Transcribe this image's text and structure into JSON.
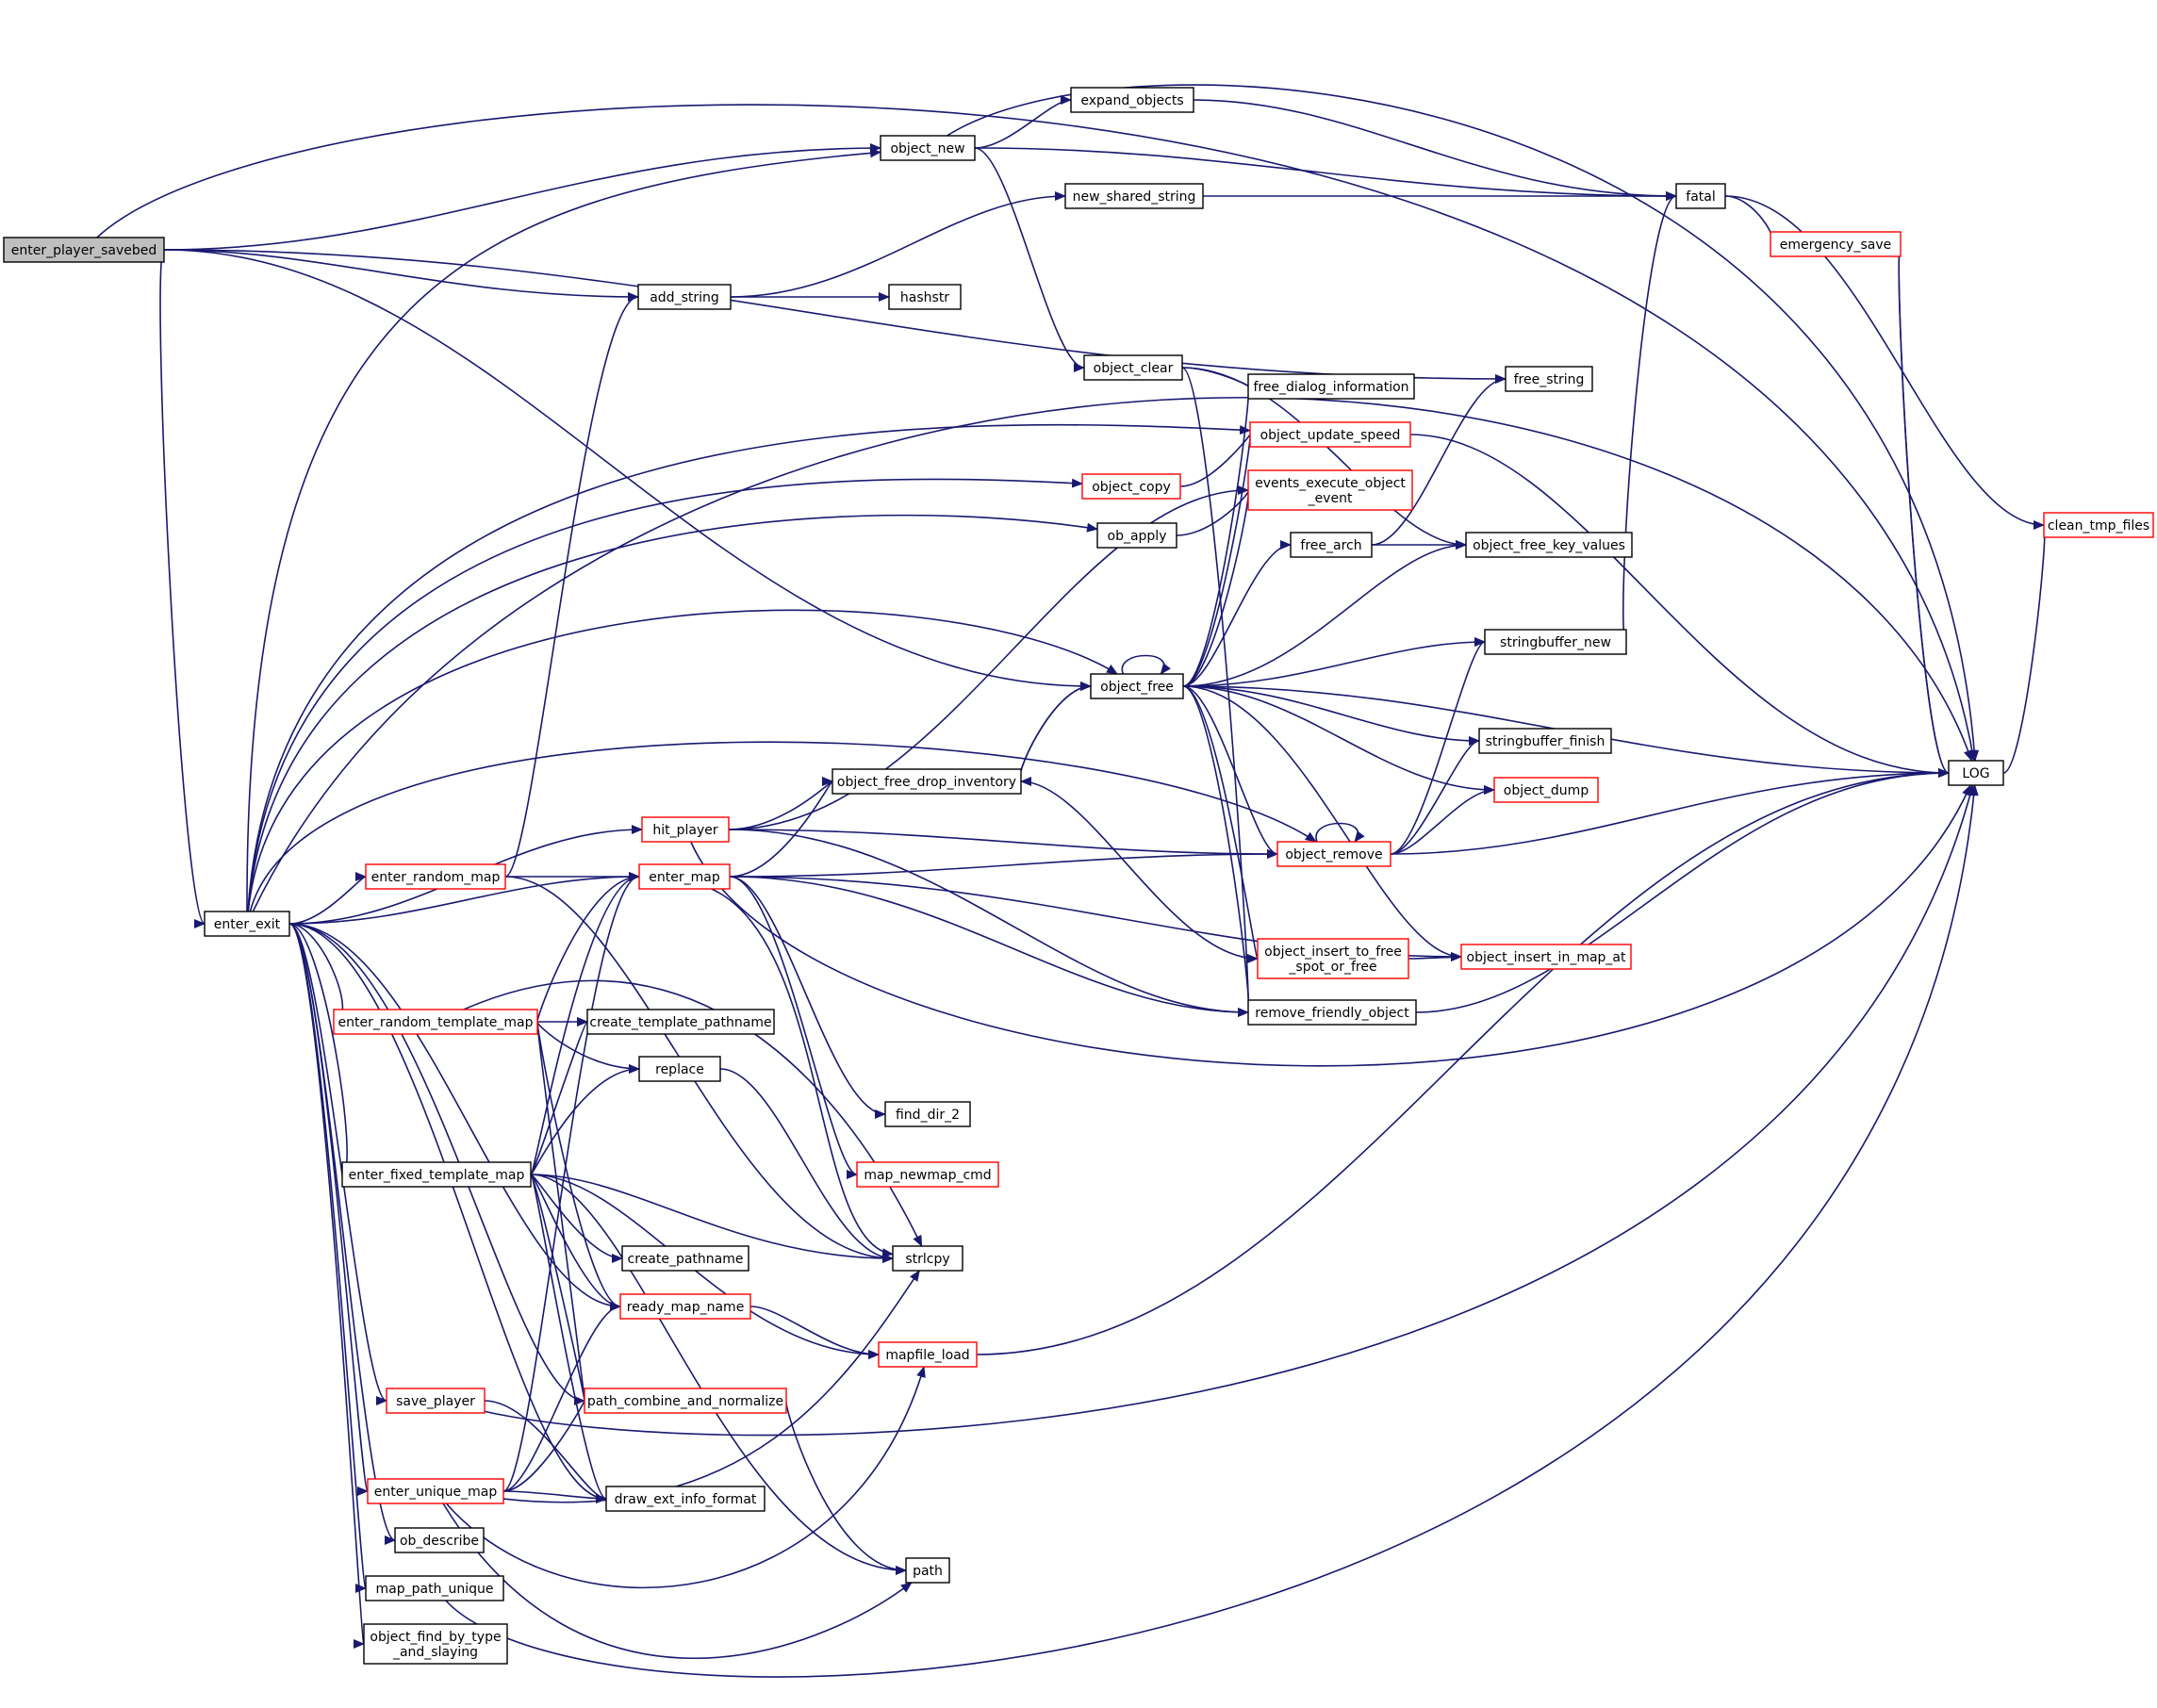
{
  "nodes": [
    {
      "id": "enter_player_savebed",
      "lines": [
        "enter_player_savebed"
      ],
      "style": "root"
    },
    {
      "id": "enter_exit",
      "lines": [
        "enter_exit"
      ],
      "style": "normal"
    },
    {
      "id": "object_new",
      "lines": [
        "object_new"
      ],
      "style": "normal"
    },
    {
      "id": "expand_objects",
      "lines": [
        "expand_objects"
      ],
      "style": "normal"
    },
    {
      "id": "new_shared_string",
      "lines": [
        "new_shared_string"
      ],
      "style": "normal"
    },
    {
      "id": "add_string",
      "lines": [
        "add_string"
      ],
      "style": "normal"
    },
    {
      "id": "hashstr",
      "lines": [
        "hashstr"
      ],
      "style": "normal"
    },
    {
      "id": "fatal",
      "lines": [
        "fatal"
      ],
      "style": "normal"
    },
    {
      "id": "emergency_save",
      "lines": [
        "emergency_save"
      ],
      "style": "red"
    },
    {
      "id": "free_string",
      "lines": [
        "free_string"
      ],
      "style": "normal"
    },
    {
      "id": "object_clear",
      "lines": [
        "object_clear"
      ],
      "style": "normal"
    },
    {
      "id": "free_dialog_information",
      "lines": [
        "free_dialog_information"
      ],
      "style": "normal"
    },
    {
      "id": "object_update_speed",
      "lines": [
        "object_update_speed"
      ],
      "style": "red"
    },
    {
      "id": "object_copy",
      "lines": [
        "object_copy"
      ],
      "style": "red"
    },
    {
      "id": "events_execute_object_event",
      "lines": [
        "events_execute_object",
        "_event"
      ],
      "style": "red"
    },
    {
      "id": "ob_apply",
      "lines": [
        "ob_apply"
      ],
      "style": "normal"
    },
    {
      "id": "free_arch",
      "lines": [
        "free_arch"
      ],
      "style": "normal"
    },
    {
      "id": "object_free_key_values",
      "lines": [
        "object_free_key_values"
      ],
      "style": "normal"
    },
    {
      "id": "clean_tmp_files",
      "lines": [
        "clean_tmp_files"
      ],
      "style": "red"
    },
    {
      "id": "stringbuffer_new",
      "lines": [
        "stringbuffer_new"
      ],
      "style": "normal"
    },
    {
      "id": "object_free",
      "lines": [
        "object_free"
      ],
      "style": "normal"
    },
    {
      "id": "stringbuffer_finish",
      "lines": [
        "stringbuffer_finish"
      ],
      "style": "normal"
    },
    {
      "id": "LOG",
      "lines": [
        "LOG"
      ],
      "style": "normal"
    },
    {
      "id": "object_free_drop_inventory",
      "lines": [
        "object_free_drop_inventory"
      ],
      "style": "normal"
    },
    {
      "id": "object_dump",
      "lines": [
        "object_dump"
      ],
      "style": "red"
    },
    {
      "id": "hit_player",
      "lines": [
        "hit_player"
      ],
      "style": "red"
    },
    {
      "id": "object_remove",
      "lines": [
        "object_remove"
      ],
      "style": "red"
    },
    {
      "id": "enter_random_map",
      "lines": [
        "enter_random_map"
      ],
      "style": "red"
    },
    {
      "id": "enter_map",
      "lines": [
        "enter_map"
      ],
      "style": "red"
    },
    {
      "id": "object_insert_to_free_spot_or_free",
      "lines": [
        "object_insert_to_free",
        "_spot_or_free"
      ],
      "style": "red"
    },
    {
      "id": "object_insert_in_map_at",
      "lines": [
        "object_insert_in_map_at"
      ],
      "style": "red"
    },
    {
      "id": "enter_random_template_map",
      "lines": [
        "enter_random_template_map"
      ],
      "style": "red"
    },
    {
      "id": "create_template_pathname",
      "lines": [
        "create_template_pathname"
      ],
      "style": "normal"
    },
    {
      "id": "remove_friendly_object",
      "lines": [
        "remove_friendly_object"
      ],
      "style": "normal"
    },
    {
      "id": "replace",
      "lines": [
        "replace"
      ],
      "style": "normal"
    },
    {
      "id": "find_dir_2",
      "lines": [
        "find_dir_2"
      ],
      "style": "normal"
    },
    {
      "id": "map_newmap_cmd",
      "lines": [
        "map_newmap_cmd"
      ],
      "style": "red"
    },
    {
      "id": "enter_fixed_template_map",
      "lines": [
        "enter_fixed_template_map"
      ],
      "style": "normal"
    },
    {
      "id": "create_pathname",
      "lines": [
        "create_pathname"
      ],
      "style": "normal"
    },
    {
      "id": "strlcpy",
      "lines": [
        "strlcpy"
      ],
      "style": "normal"
    },
    {
      "id": "ready_map_name",
      "lines": [
        "ready_map_name"
      ],
      "style": "red"
    },
    {
      "id": "mapfile_load",
      "lines": [
        "mapfile_load"
      ],
      "style": "red"
    },
    {
      "id": "save_player",
      "lines": [
        "save_player"
      ],
      "style": "red"
    },
    {
      "id": "path_combine_and_normalize",
      "lines": [
        "path_combine_and_normalize"
      ],
      "style": "red"
    },
    {
      "id": "enter_unique_map",
      "lines": [
        "enter_unique_map"
      ],
      "style": "red"
    },
    {
      "id": "draw_ext_info_format",
      "lines": [
        "draw_ext_info_format"
      ],
      "style": "normal"
    },
    {
      "id": "ob_describe",
      "lines": [
        "ob_describe"
      ],
      "style": "normal"
    },
    {
      "id": "path",
      "lines": [
        "path"
      ],
      "style": "normal"
    },
    {
      "id": "map_path_unique",
      "lines": [
        "map_path_unique"
      ],
      "style": "normal"
    },
    {
      "id": "object_find_by_type_and_slaying",
      "lines": [
        "object_find_by_type",
        "_and_slaying"
      ],
      "style": "normal"
    }
  ],
  "edges": [
    [
      "enter_player_savebed",
      "LOG"
    ],
    [
      "enter_player_savebed",
      "object_new"
    ],
    [
      "enter_player_savebed",
      "add_string"
    ],
    [
      "enter_player_savebed",
      "free_string"
    ],
    [
      "enter_player_savebed",
      "object_free"
    ],
    [
      "enter_player_savebed",
      "enter_exit"
    ],
    [
      "object_new",
      "LOG"
    ],
    [
      "object_new",
      "expand_objects"
    ],
    [
      "object_new",
      "fatal"
    ],
    [
      "object_new",
      "object_clear"
    ],
    [
      "expand_objects",
      "fatal"
    ],
    [
      "new_shared_string",
      "fatal"
    ],
    [
      "add_string",
      "new_shared_string"
    ],
    [
      "add_string",
      "hashstr"
    ],
    [
      "fatal",
      "emergency_save"
    ],
    [
      "fatal",
      "clean_tmp_files"
    ],
    [
      "emergency_save",
      "LOG"
    ],
    [
      "LOG",
      "emergency_save"
    ],
    [
      "LOG",
      "clean_tmp_files"
    ],
    [
      "object_clear",
      "free_dialog_information"
    ],
    [
      "object_clear",
      "object_free_key_values"
    ],
    [
      "object_clear",
      "remove_friendly_object"
    ],
    [
      "object_copy",
      "object_update_speed"
    ],
    [
      "ob_apply",
      "events_execute_object_event"
    ],
    [
      "free_arch",
      "free_string"
    ],
    [
      "free_arch",
      "object_free_key_values"
    ],
    [
      "stringbuffer_new",
      "fatal"
    ],
    [
      "object_free",
      "object_free"
    ],
    [
      "object_free",
      "free_dialog_information"
    ],
    [
      "object_free",
      "object_update_speed"
    ],
    [
      "object_free",
      "events_execute_object_event"
    ],
    [
      "object_free",
      "free_arch"
    ],
    [
      "object_free",
      "object_free_key_values"
    ],
    [
      "object_free",
      "stringbuffer_new"
    ],
    [
      "object_free",
      "stringbuffer_finish"
    ],
    [
      "object_free",
      "LOG"
    ],
    [
      "object_free",
      "object_free_drop_inventory"
    ],
    [
      "object_free",
      "object_dump"
    ],
    [
      "object_free",
      "object_remove"
    ],
    [
      "object_free",
      "object_insert_to_free_spot_or_free"
    ],
    [
      "object_free",
      "object_insert_in_map_at"
    ],
    [
      "object_free",
      "remove_friendly_object"
    ],
    [
      "object_free_drop_inventory",
      "object_free"
    ],
    [
      "object_update_speed",
      "LOG"
    ],
    [
      "object_remove",
      "object_remove"
    ],
    [
      "object_remove",
      "stringbuffer_new"
    ],
    [
      "object_remove",
      "stringbuffer_finish"
    ],
    [
      "object_remove",
      "object_dump"
    ],
    [
      "object_remove",
      "LOG"
    ],
    [
      "object_insert_to_free_spot_or_free",
      "object_free_drop_inventory"
    ],
    [
      "object_insert_to_free_spot_or_free",
      "object_insert_in_map_at"
    ],
    [
      "remove_friendly_object",
      "LOG"
    ],
    [
      "hit_player",
      "events_execute_object_event"
    ],
    [
      "hit_player",
      "object_free_drop_inventory"
    ],
    [
      "hit_player",
      "object_remove"
    ],
    [
      "hit_player",
      "remove_friendly_object"
    ],
    [
      "hit_player",
      "LOG"
    ],
    [
      "enter_map",
      "object_free_drop_inventory"
    ],
    [
      "enter_map",
      "object_remove"
    ],
    [
      "enter_map",
      "remove_friendly_object"
    ],
    [
      "enter_map",
      "object_insert_in_map_at"
    ],
    [
      "enter_map",
      "find_dir_2"
    ],
    [
      "enter_map",
      "map_newmap_cmd"
    ],
    [
      "enter_map",
      "strlcpy"
    ],
    [
      "enter_random_map",
      "add_string"
    ],
    [
      "enter_random_map",
      "enter_map"
    ],
    [
      "enter_random_map",
      "strlcpy"
    ],
    [
      "enter_random_template_map",
      "enter_map"
    ],
    [
      "enter_random_template_map",
      "create_template_pathname"
    ],
    [
      "enter_random_template_map",
      "replace"
    ],
    [
      "enter_random_template_map",
      "ready_map_name"
    ],
    [
      "enter_random_template_map",
      "path_combine_and_normalize"
    ],
    [
      "enter_random_template_map",
      "strlcpy"
    ],
    [
      "replace",
      "strlcpy"
    ],
    [
      "enter_fixed_template_map",
      "enter_map"
    ],
    [
      "enter_fixed_template_map",
      "create_template_pathname"
    ],
    [
      "enter_fixed_template_map",
      "replace"
    ],
    [
      "enter_fixed_template_map",
      "create_pathname"
    ],
    [
      "enter_fixed_template_map",
      "strlcpy"
    ],
    [
      "enter_fixed_template_map",
      "ready_map_name"
    ],
    [
      "enter_fixed_template_map",
      "mapfile_load"
    ],
    [
      "enter_fixed_template_map",
      "path_combine_and_normalize"
    ],
    [
      "enter_fixed_template_map",
      "draw_ext_info_format"
    ],
    [
      "enter_fixed_template_map",
      "path"
    ],
    [
      "ready_map_name",
      "mapfile_load"
    ],
    [
      "mapfile_load",
      "LOG"
    ],
    [
      "save_player",
      "LOG"
    ],
    [
      "save_player",
      "draw_ext_info_format"
    ],
    [
      "path_combine_and_normalize",
      "path"
    ],
    [
      "enter_unique_map",
      "enter_map"
    ],
    [
      "enter_unique_map",
      "ready_map_name"
    ],
    [
      "enter_unique_map",
      "path_combine_and_normalize"
    ],
    [
      "enter_unique_map",
      "draw_ext_info_format"
    ],
    [
      "enter_unique_map",
      "strlcpy"
    ],
    [
      "enter_unique_map",
      "mapfile_load"
    ],
    [
      "enter_unique_map",
      "path"
    ],
    [
      "map_path_unique",
      "LOG"
    ],
    [
      "enter_exit",
      "object_new"
    ],
    [
      "enter_exit",
      "LOG"
    ],
    [
      "enter_exit",
      "object_update_speed"
    ],
    [
      "enter_exit",
      "object_copy"
    ],
    [
      "enter_exit",
      "ob_apply"
    ],
    [
      "enter_exit",
      "object_free"
    ],
    [
      "enter_exit",
      "object_remove"
    ],
    [
      "enter_exit",
      "hit_player"
    ],
    [
      "enter_exit",
      "enter_random_map"
    ],
    [
      "enter_exit",
      "enter_map"
    ],
    [
      "enter_exit",
      "enter_random_template_map"
    ],
    [
      "enter_exit",
      "enter_fixed_template_map"
    ],
    [
      "enter_exit",
      "ready_map_name"
    ],
    [
      "enter_exit",
      "path_combine_and_normalize"
    ],
    [
      "enter_exit",
      "save_player"
    ],
    [
      "enter_exit",
      "enter_unique_map"
    ],
    [
      "enter_exit",
      "draw_ext_info_format"
    ],
    [
      "enter_exit",
      "ob_describe"
    ],
    [
      "enter_exit",
      "map_path_unique"
    ],
    [
      "enter_exit",
      "object_find_by_type_and_slaying"
    ]
  ]
}
